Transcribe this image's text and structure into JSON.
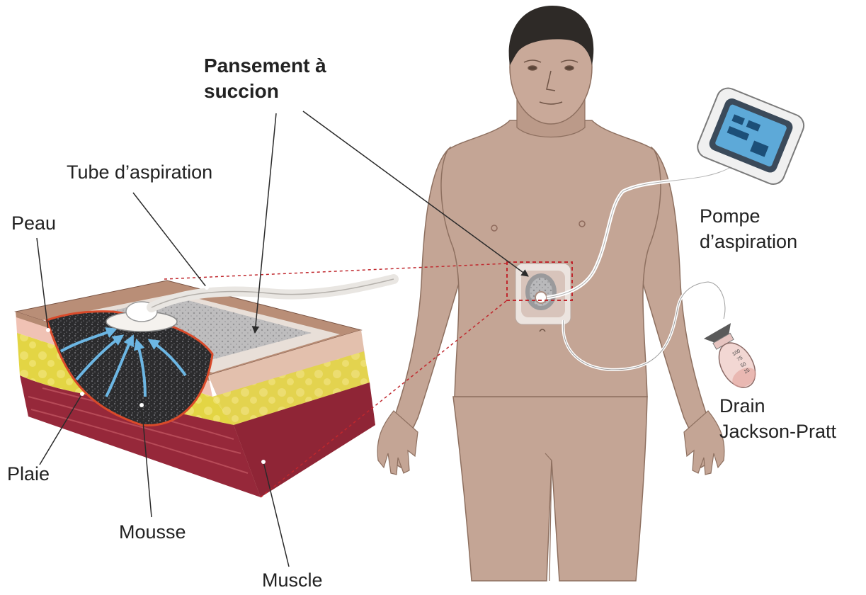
{
  "labels": {
    "dressing": [
      "Pansement à",
      "succion"
    ],
    "tube": "Tube d’aspiration",
    "skin": "Peau",
    "pump": [
      "Pompe",
      "d’aspiration"
    ],
    "drain": [
      "Drain",
      "Jackson-Pratt"
    ],
    "wound": "Plaie",
    "foam": "Mousse",
    "muscle": "Muscle"
  },
  "bulb_scale": [
    "100",
    "75",
    "50",
    "25"
  ],
  "colors": {
    "skin_tone": "#c4a595",
    "epidermis": "#b58a72",
    "dermis": "#f0c2b4",
    "fat": "#e5d948",
    "muscle": "#96283a",
    "foam": "#2b2b2d",
    "arrow": "#6cb6e3",
    "dashed": "#c0272d"
  },
  "icons": [
    "flow-arrow-icon",
    "pump-screen-icon"
  ]
}
